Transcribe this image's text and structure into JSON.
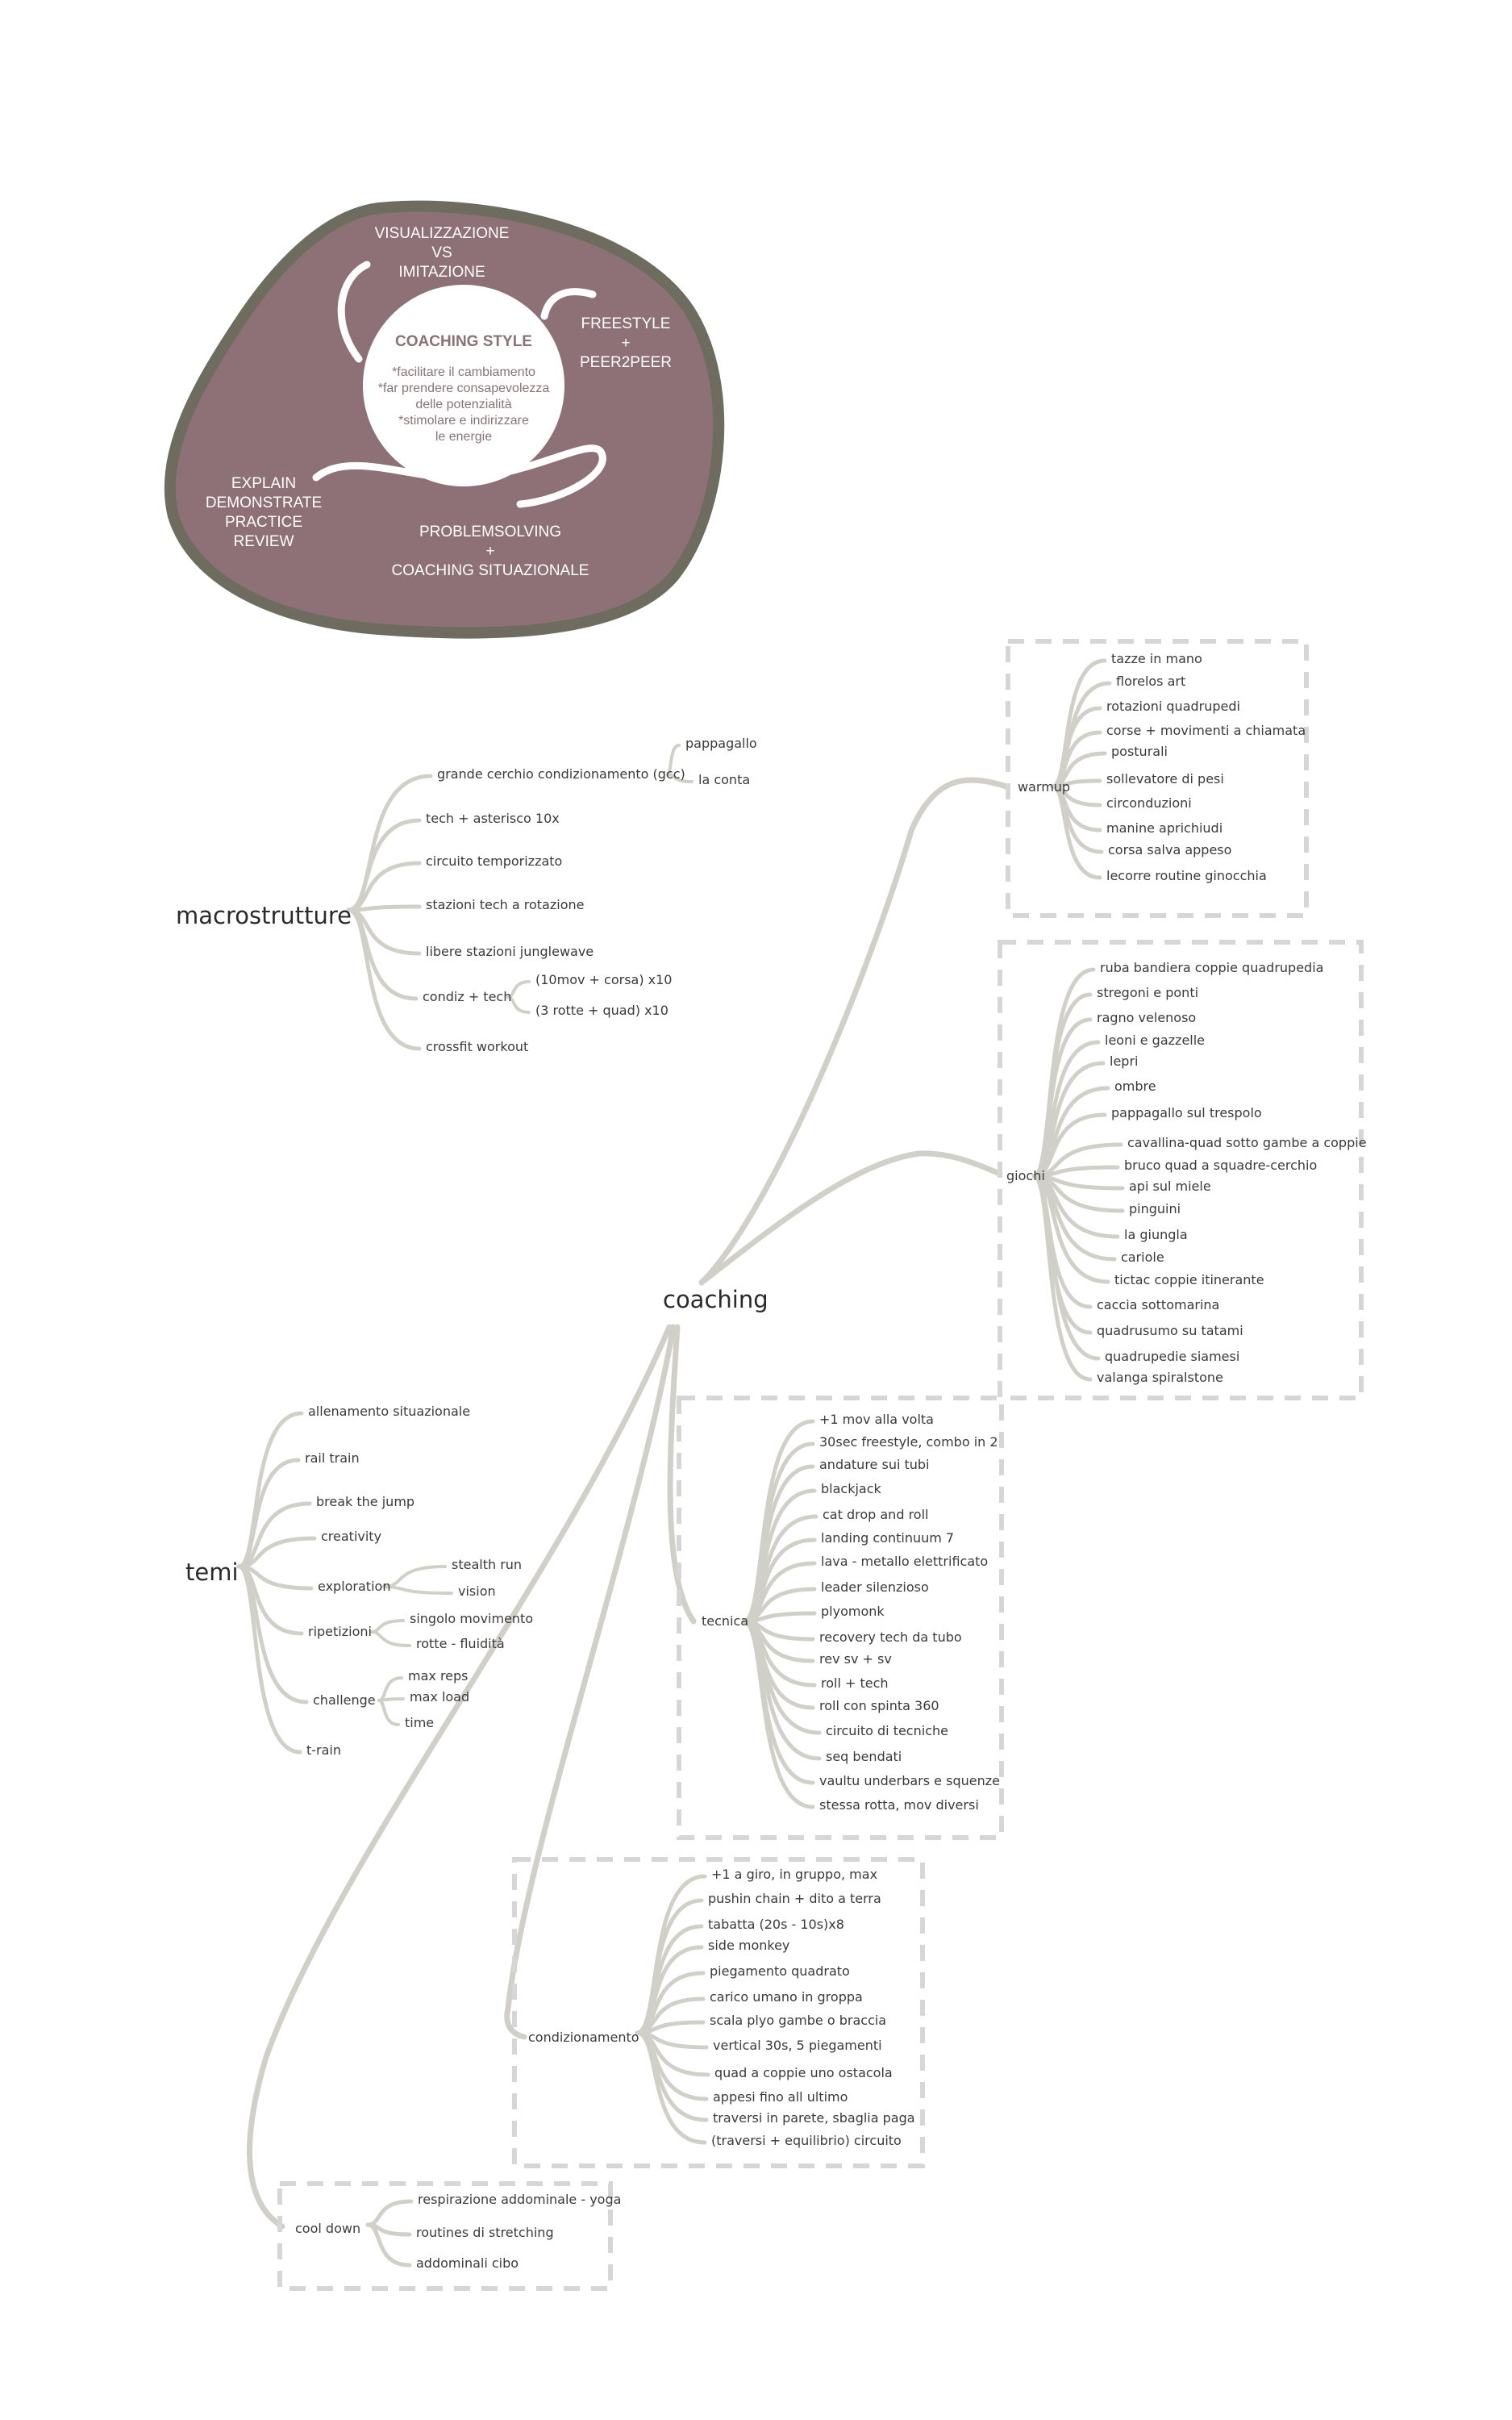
{
  "coaching_style": {
    "title": "COACHING STYLE",
    "lines": [
      "*facilitare il cambiamento",
      "*far prendere consapevolezza",
      "delle potenzialità",
      "*stimolare e indirizzare",
      "le energie"
    ],
    "visualizzazione": [
      "VISUALIZZAZIONE",
      "VS",
      "IMITAZIONE"
    ],
    "freestyle": [
      "FREESTYLE",
      "+",
      "PEER2PEER"
    ],
    "explain": [
      "EXPLAIN",
      "DEMONSTRATE",
      "PRACTICE",
      "REVIEW"
    ],
    "problemsolving": [
      "PROBLEMSOLVING",
      "+",
      "COACHING SITUAZIONALE"
    ]
  },
  "colors": {
    "blob_fill": "#8d7176",
    "blob_border": "#6e6c5e",
    "branch": "#d1d0c8",
    "dashed_box": "#d6d6d6"
  },
  "macrostrutture": {
    "label": "macrostrutture",
    "items": [
      "grande cerchio condizionamento (gcc)",
      "tech + asterisco 10x",
      "circuito temporizzato",
      "stazioni tech a rotazione",
      "libere stazioni junglewave",
      "condiz + tech",
      "crossfit workout"
    ],
    "gcc_items": [
      "pappagallo",
      "la conta"
    ],
    "condiz_items": [
      "(10mov + corsa) x10",
      "(3 rotte + quad) x10"
    ]
  },
  "hub": {
    "label": "coaching"
  },
  "warmup": {
    "label": "warmup",
    "items": [
      "tazze in mano",
      "florelos art",
      "rotazioni quadrupedi",
      "corse + movimenti a chiamata",
      "posturali",
      "sollevatore di pesi",
      "circonduzioni",
      "manine aprichiudi",
      "corsa salva appeso",
      "lecorre routine ginocchia"
    ]
  },
  "giochi": {
    "label": "giochi",
    "items": [
      "ruba bandiera coppie quadrupedia",
      "stregoni e ponti",
      "ragno velenoso",
      "leoni e gazzelle",
      "lepri",
      "ombre",
      "pappagallo sul trespolo",
      "cavallina-quad sotto gambe a coppie",
      "bruco quad a squadre-cerchio",
      "api sul miele",
      "pinguini",
      "la giungla",
      "cariole",
      "tictac coppie itinerante",
      "caccia sottomarina",
      "quadrusumo su tatami",
      "quadrupedie siamesi",
      "valanga spiralstone"
    ]
  },
  "tecnica": {
    "label": "tecnica",
    "items": [
      "+1 mov alla volta",
      "30sec freestyle, combo in 2",
      "andature sui tubi",
      "blackjack",
      "cat drop and roll",
      "landing continuum 7",
      "lava - metallo elettrificato",
      "leader silenzioso",
      "plyomonk",
      "recovery tech da tubo",
      "rev sv + sv",
      "roll + tech",
      "roll con spinta 360",
      "circuito di tecniche",
      "seq bendati",
      "vaultu underbars e squenze",
      "stessa rotta, mov diversi"
    ]
  },
  "condizionamento": {
    "label": "condizionamento",
    "items": [
      "+1 a giro, in gruppo, max",
      "pushin chain + dito a terra",
      "tabatta (20s - 10s)x8",
      "side monkey",
      "piegamento quadrato",
      "carico umano in groppa",
      "scala plyo gambe o braccia",
      "vertical 30s, 5 piegamenti",
      "quad a coppie uno ostacola",
      "appesi fino all ultimo",
      "traversi in parete, sbaglia paga",
      "(traversi + equilibrio) circuito"
    ]
  },
  "cooldown": {
    "label": "cool down",
    "items": [
      "respirazione addominale - yoga",
      "routines di stretching",
      "addominali cibo"
    ]
  },
  "temi": {
    "label": "temi",
    "items": [
      "allenamento situazionale",
      "rail train",
      "break the jump",
      "creativity",
      "exploration",
      "ripetizioni",
      "challenge",
      "t-rain"
    ],
    "exploration_items": [
      "stealth run",
      "vision"
    ],
    "ripetizioni_items": [
      "singolo movimento",
      "rotte - fluidità"
    ],
    "challenge_items": [
      "max reps",
      "max load",
      "time"
    ]
  }
}
